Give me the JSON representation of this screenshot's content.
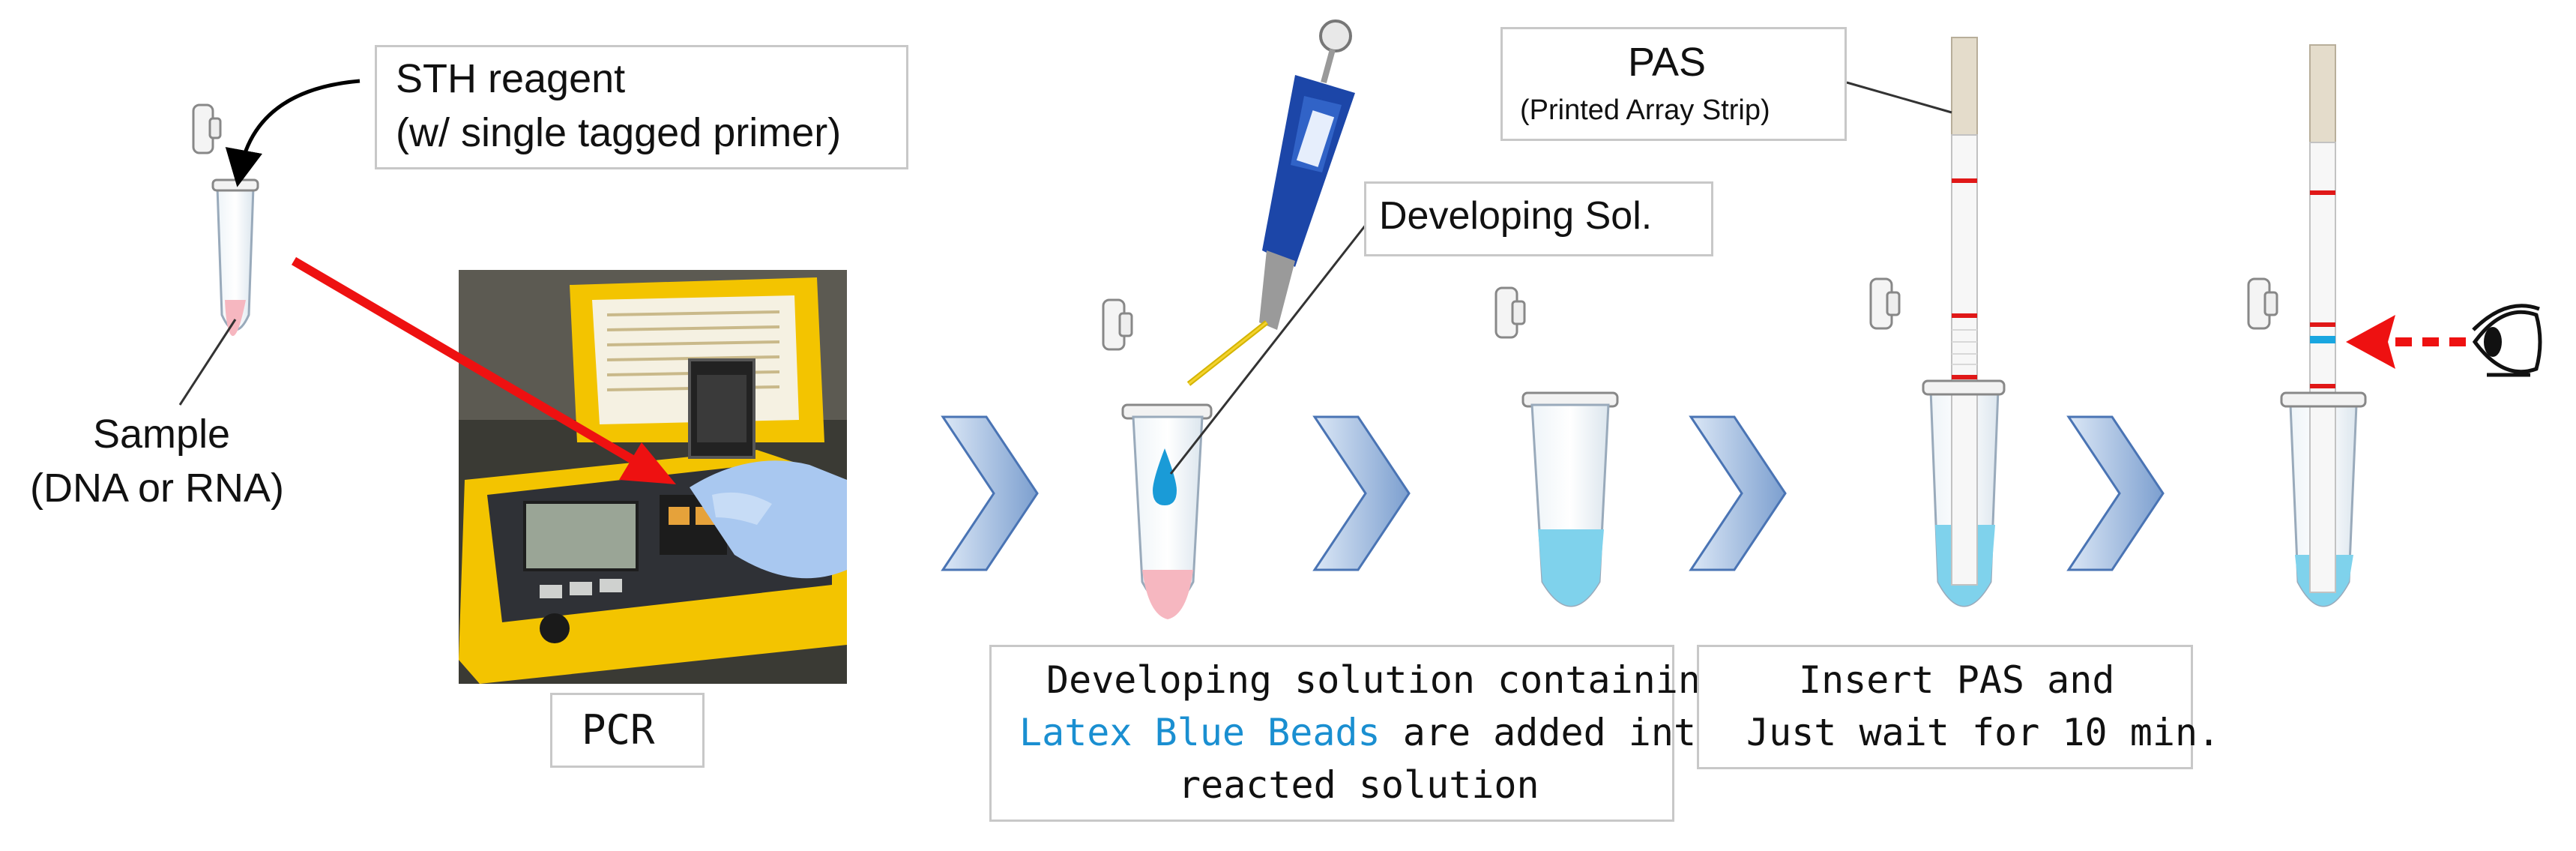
{
  "labels": {
    "sth_reagent_line1": "STH reagent",
    "sth_reagent_line2": "(w/ single tagged primer)",
    "sample_line1": "Sample",
    "sample_line2": "(DNA or RNA)",
    "pcr": "PCR",
    "developing_sol": "Developing Sol.",
    "pas_title": "PAS",
    "pas_subtitle": "(Printed Array Strip)",
    "step3_line1": "Developing solution containing",
    "step3_line2_highlight": "Latex Blue Beads",
    "step3_line2_rest": " are added into",
    "step3_line3": "reacted solution",
    "step4_line1": "Insert PAS and",
    "step4_line2": "Just wait for 10 min."
  },
  "colors": {
    "red_arrow": "#ee1111",
    "chevron_light": "#dbe7f6",
    "chevron_dark": "#7c9fcf",
    "chevron_stroke": "#4a74b4",
    "blue_solution": "#7fd2ec",
    "pink_sample": "#f6b7c0",
    "bead_blue": "#1a9bd7",
    "highlight_text": "#1a8fd1",
    "box_border": "#c8c8c8",
    "device_yellow": "#f3c400",
    "pipette_blue": "#1c46a8",
    "strip_pad": "#e4dccb",
    "test_line_red": "#e01818",
    "test_line_blue": "#19a6e0"
  },
  "icons": [
    "microtube-icon",
    "pipette-icon",
    "pcr-device-photo",
    "chevron-arrow-icon",
    "eye-icon",
    "test-strip-icon",
    "red-arrow-icon"
  ]
}
